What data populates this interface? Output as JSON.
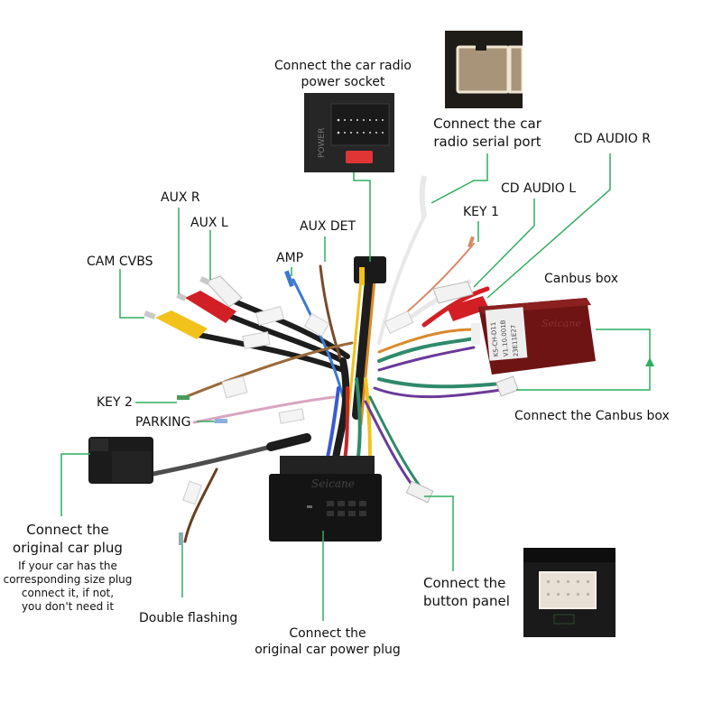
{
  "title": "Car radio wiring harness connection diagram",
  "colors": {
    "leader_line": "#2fae5f",
    "rca_red": "#d21f25",
    "rca_white": "#eeeeee",
    "rca_yellow": "#f2c21c",
    "canbus_box": "#6e1414",
    "connector_black": "#1a1a1a"
  },
  "labels": {
    "power_socket": [
      "Connect the car radio",
      "power socket"
    ],
    "serial_port": [
      "Connect the car",
      "radio  serial port"
    ],
    "cd_audio_r": "CD AUDIO R",
    "cd_audio_l": "CD AUDIO L",
    "key1": "KEY 1",
    "aux_r": "AUX R",
    "aux_l": "AUX L",
    "aux_det": "AUX DET",
    "amp": "AMP",
    "cam_cvbs": "CAM CVBS",
    "canbus_box": "Canbus box",
    "connect_canbus": "Connect the  Canbus box",
    "key2": "KEY 2",
    "parking": "PARKING",
    "original_plug": [
      "Connect the",
      "original car plug"
    ],
    "original_plug_note": [
      "If your car has the",
      "corresponding size plug",
      "connect it, if not,",
      "you don't need it"
    ],
    "double_flashing": "Double flashing",
    "power_plug": [
      "Connect the",
      "original car power plug"
    ],
    "button_panel": [
      "Connect the",
      "button panel"
    ]
  },
  "photo_labels": {
    "power": "POWER",
    "canbus_sticker": [
      "KS-CH-D11",
      "V1.10.001B",
      "23E11E27"
    ],
    "brand": "Seicane"
  }
}
